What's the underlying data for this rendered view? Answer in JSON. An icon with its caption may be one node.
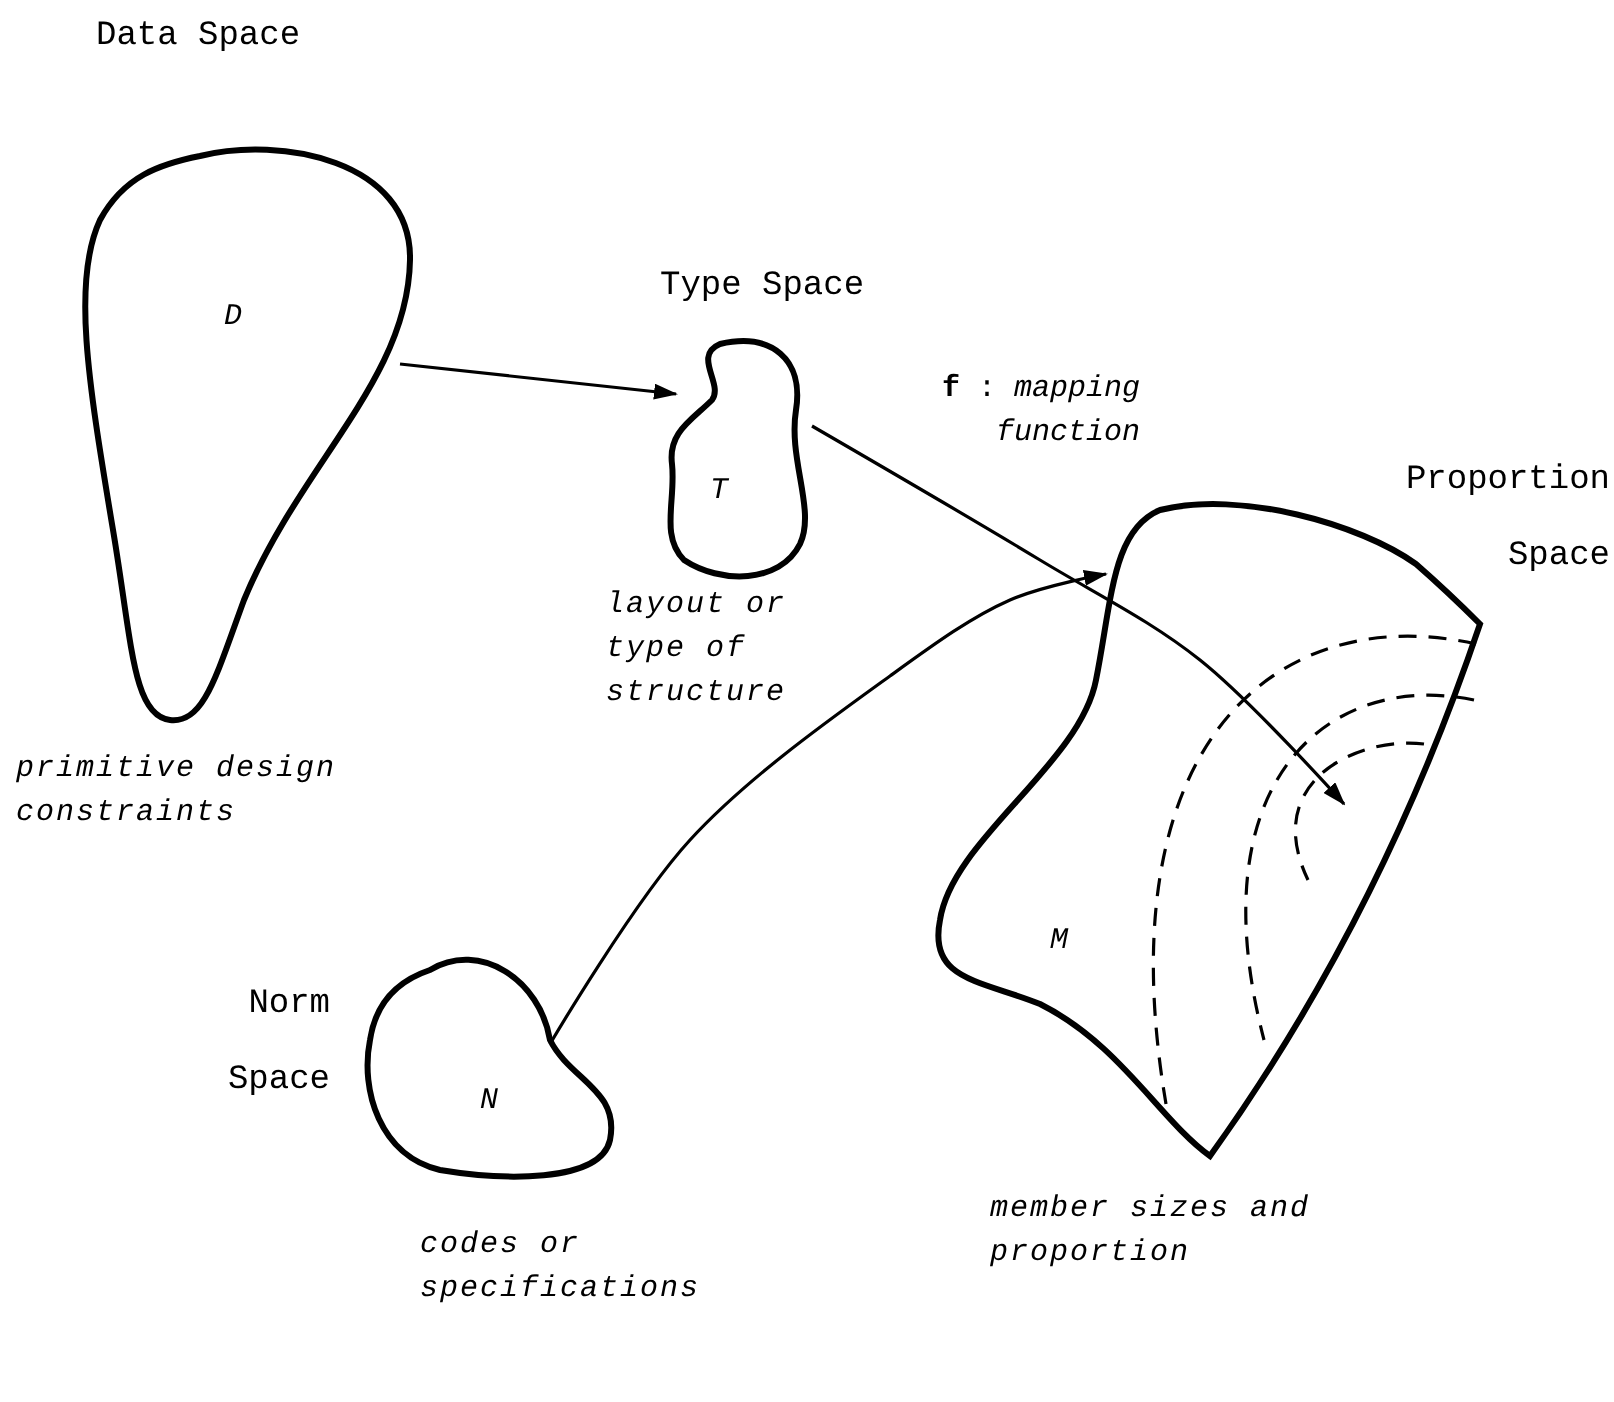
{
  "diagram": {
    "nodes": [
      {
        "text": [
          "Data Space",
          "D",
          "primitive design constraints"
        ]
      },
      {
        "text": [
          "Type Space",
          "T",
          "layout or type of structure"
        ]
      },
      {
        "text": [
          "Proportion Space",
          "M",
          "member sizes and proportion"
        ]
      },
      {
        "text": [
          "Norm Space",
          "N",
          "codes or specifications"
        ]
      }
    ],
    "edges": [
      {
        "from": 0,
        "to": 1,
        "arrow": "to"
      },
      {
        "from": 1,
        "to": 2,
        "arrow": "to"
      },
      {
        "from": 3,
        "to": 2,
        "arrow": "to"
      }
    ],
    "labels": [
      "**f** : *mapping function*"
    ]
  }
}
